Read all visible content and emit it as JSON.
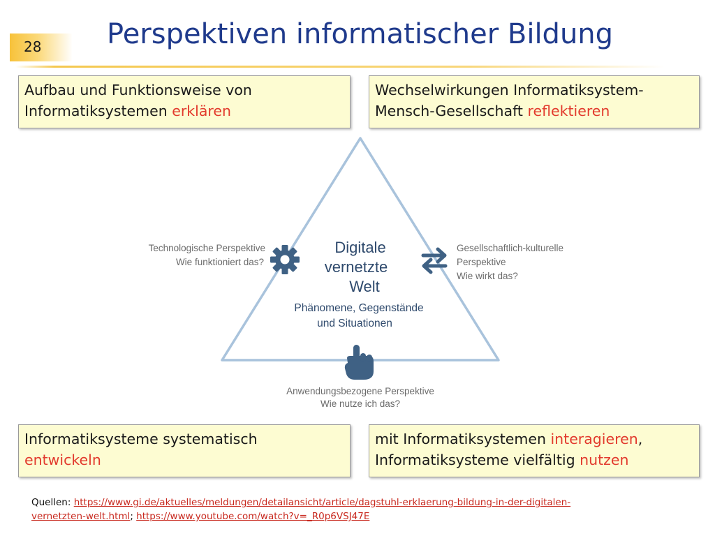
{
  "slide": {
    "number": "28",
    "title": "Perspektiven informatischer Bildung"
  },
  "boxes": {
    "top_left": {
      "text": "Aufbau und Funktionsweise von",
      "text2": "Informatiksystemen ",
      "highlight": "erklären"
    },
    "top_right": {
      "text": "Wechselwirkungen Informatiksystem-",
      "text2": "Mensch-Gesellschaft ",
      "highlight": "reflektieren"
    },
    "bottom_left": {
      "text": "Informatiksysteme systematisch",
      "highlight": "entwickeln"
    },
    "bottom_right": {
      "text": "mit Informatiksystemen ",
      "highlight": "interagieren",
      "suffix": ",",
      "text2": "Informatiksysteme vielfältig ",
      "highlight2": "nutzen"
    }
  },
  "diagram": {
    "center_title": [
      "Digitale",
      "vernetzte",
      "Welt"
    ],
    "center_subtitle": [
      "Phänomene, Gegenstände",
      "und Situationen"
    ],
    "left_label": [
      "Technologische Perspektive",
      "Wie funktioniert das?"
    ],
    "right_label": [
      "Gesellschaftlich-kulturelle",
      "Perspektive",
      "Wie wirkt das?"
    ],
    "bottom_label": [
      "Anwendungsbezogene Perspektive",
      "Wie nutze ich das?"
    ],
    "icons": [
      "gear-icon",
      "exchange-arrows-icon",
      "pointing-hand-icon"
    ],
    "colors": {
      "triangle": "#a9c3dc",
      "text": "#2f4a6d",
      "labels": "#6a6a6a",
      "icon": "#3f6184"
    }
  },
  "sources": {
    "prefix": "Quellen: ",
    "link1_part1": "https://www.gi.de/aktuelles/meldungen/detailansicht/article/dagstuhl-erklaerung-bildung-in-der-digitalen-",
    "link1_part2": "vernetzten-welt.html",
    "separator": "; ",
    "link2": "https://www.youtube.com/watch?v=_R0p6VSJ47E"
  }
}
